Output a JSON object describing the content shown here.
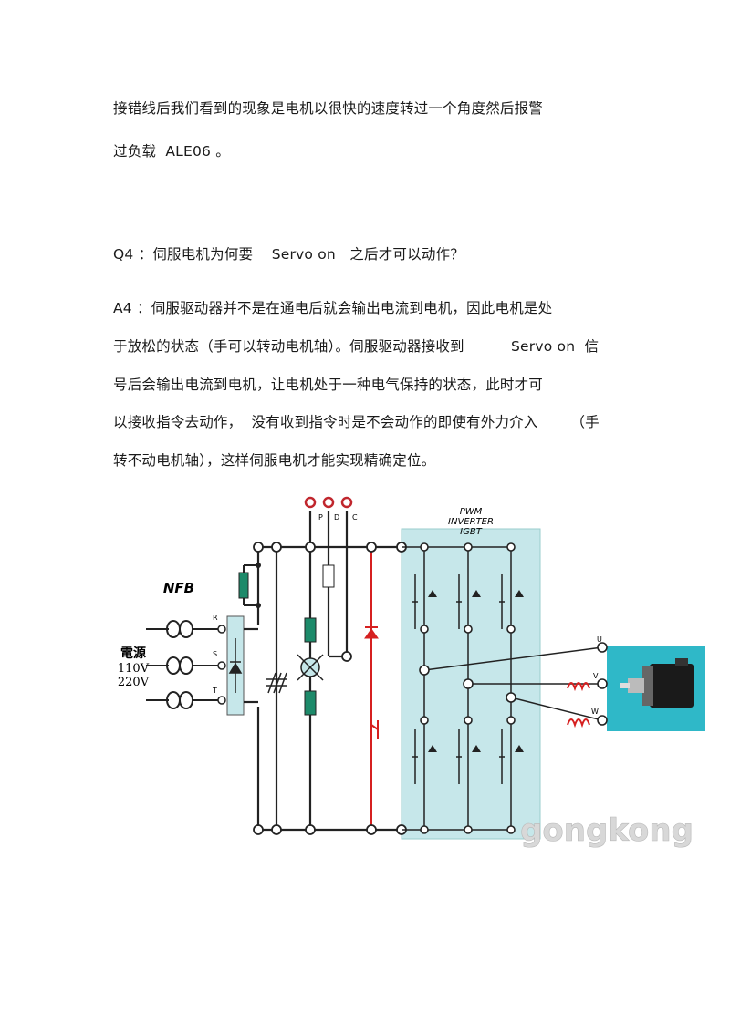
{
  "text": {
    "l1": "接错线后我们看到的现象是电机以很快的速度转过一个角度然后报警",
    "l2": "过负载  ALE06 。",
    "q4": "Q4 ：伺服电机为何要    Servo on   之后才可以动作？",
    "a1": "A4 ：伺服驱动器并不是在通电后就会输出电流到电机，因此电机是处",
    "a2": "于放松的状态（手可以转动电机轴）。伺服驱动器接收到          Servo on  信",
    "a3": "号后会输出电流到电机，让电机处于一种电气保持的状态，此时才可",
    "a4": "以接收指令去动作，  没有收到指令时是不会动作的即使有外力介入       （手",
    "a5": "转不动电机轴），这样伺服电机才能实现精确定位。"
  },
  "diagram": {
    "nfb": "NFB",
    "power": "電源",
    "v110": "110V",
    "v220": "220V",
    "r": "R",
    "s": "S",
    "t": "T",
    "p": "P",
    "d": "D",
    "c": "C",
    "pwm1": "PWM",
    "pwm2": "INVERTER",
    "pwm3": "IGBT",
    "u": "U",
    "v": "V",
    "w": "W",
    "watermark": "gongkong",
    "colors": {
      "panel": "#c6e7ea",
      "red": "#d62020",
      "green": "#1d8a6a",
      "motor_bg": "#2fb8c8"
    }
  }
}
